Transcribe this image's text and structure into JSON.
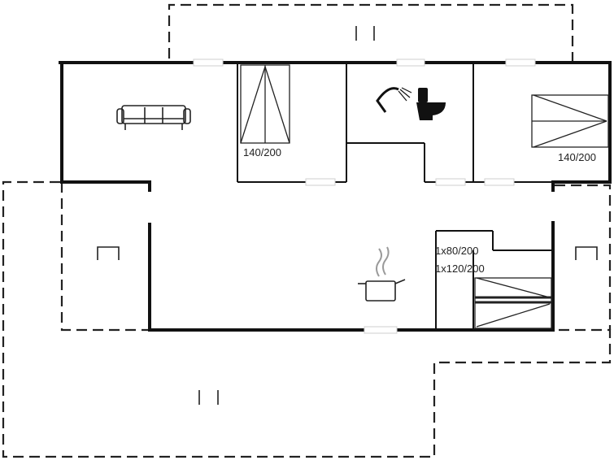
{
  "colors": {
    "wall": "#111111",
    "terrace": "#222222",
    "background": "#ffffff",
    "window": "#cfcfcf"
  },
  "icons": [
    "sofa-icon",
    "shower-icon",
    "toilet-icon",
    "cooking-pot-icon",
    "bed-icon",
    "bunk-bed-icon",
    "chair-icon"
  ],
  "beds": {
    "bedroom_1": "140/200",
    "bedroom_2": "140/200",
    "bunk_room_line_1": "1x80/200",
    "bunk_room_line_2": "1x120/200"
  }
}
